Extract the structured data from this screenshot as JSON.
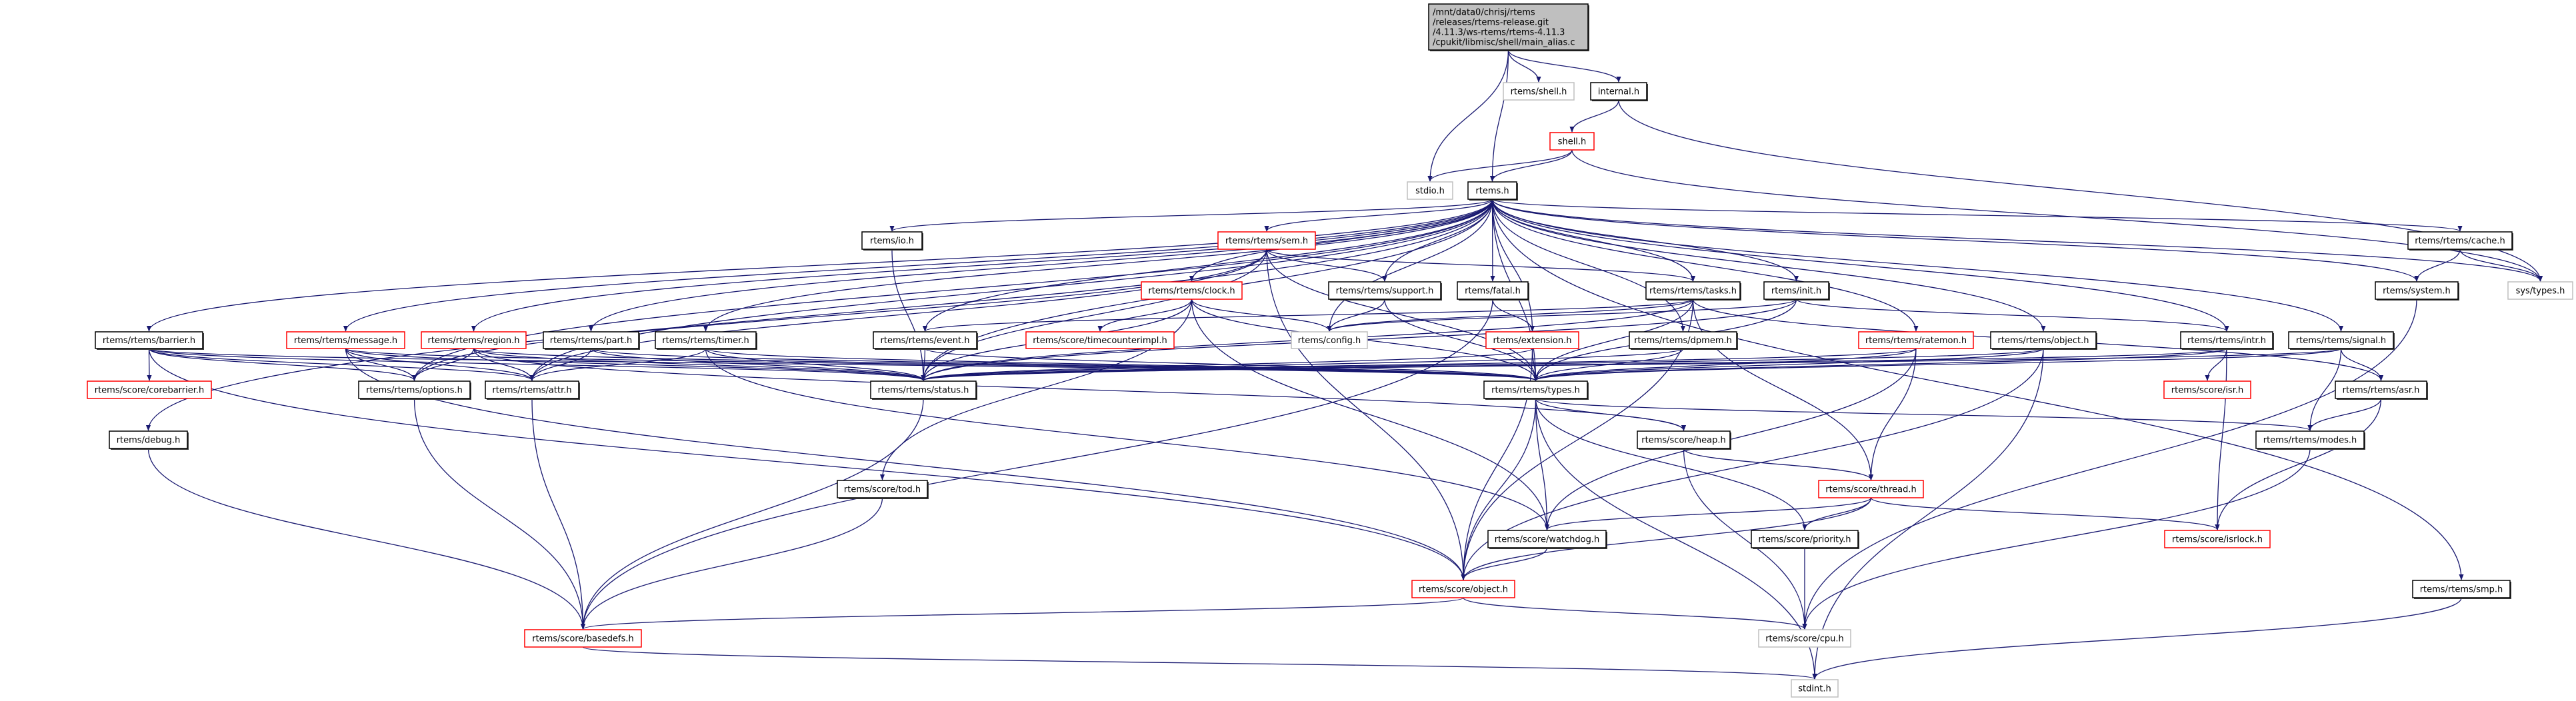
{
  "colors": {
    "edge": "#191970",
    "main_fill": "#bfbfbf",
    "node_border": "#000000",
    "truncated_border": "#ff0000",
    "external_border": "#bfbfbf",
    "shadow": "#404040"
  },
  "nodes": [
    {
      "id": "main",
      "label": [
        "/mnt/data0/chrisj/rtems",
        "/releases/rtems-release.git",
        "/4.11.3/ws-rtems/rtems-4.11.3",
        "/cpukit/libmisc/shell/main_alias.c"
      ],
      "style": "main"
    },
    {
      "id": "rtems_shell",
      "label": "rtems/shell.h",
      "style": "external"
    },
    {
      "id": "internal",
      "label": "internal.h",
      "style": "normal"
    },
    {
      "id": "shell",
      "label": "shell.h",
      "style": "truncated"
    },
    {
      "id": "stdio",
      "label": "stdio.h",
      "style": "external"
    },
    {
      "id": "rtems",
      "label": "rtems.h",
      "style": "normal"
    },
    {
      "id": "io",
      "label": "rtems/io.h",
      "style": "normal"
    },
    {
      "id": "sem",
      "label": "rtems/rtems/sem.h",
      "style": "truncated"
    },
    {
      "id": "cache",
      "label": "rtems/rtems/cache.h",
      "style": "normal"
    },
    {
      "id": "clock",
      "label": "rtems/rtems/clock.h",
      "style": "truncated"
    },
    {
      "id": "support",
      "label": "rtems/rtems/support.h",
      "style": "normal"
    },
    {
      "id": "fatal",
      "label": "rtems/fatal.h",
      "style": "normal"
    },
    {
      "id": "tasks",
      "label": "rtems/rtems/tasks.h",
      "style": "normal"
    },
    {
      "id": "init",
      "label": "rtems/init.h",
      "style": "normal"
    },
    {
      "id": "system",
      "label": "rtems/system.h",
      "style": "normal"
    },
    {
      "id": "systypes",
      "label": "sys/types.h",
      "style": "external"
    },
    {
      "id": "barrier",
      "label": "rtems/rtems/barrier.h",
      "style": "normal"
    },
    {
      "id": "message",
      "label": "rtems/rtems/message.h",
      "style": "truncated"
    },
    {
      "id": "region",
      "label": "rtems/rtems/region.h",
      "style": "truncated"
    },
    {
      "id": "part",
      "label": "rtems/rtems/part.h",
      "style": "normal"
    },
    {
      "id": "timer",
      "label": "rtems/rtems/timer.h",
      "style": "normal"
    },
    {
      "id": "event",
      "label": "rtems/rtems/event.h",
      "style": "normal"
    },
    {
      "id": "timecounterimpl",
      "label": "rtems/score/timecounterimpl.h",
      "style": "truncated"
    },
    {
      "id": "config",
      "label": "rtems/config.h",
      "style": "external"
    },
    {
      "id": "extension",
      "label": "rtems/extension.h",
      "style": "truncated"
    },
    {
      "id": "dpmem",
      "label": "rtems/rtems/dpmem.h",
      "style": "normal"
    },
    {
      "id": "ratemon",
      "label": "rtems/rtems/ratemon.h",
      "style": "truncated"
    },
    {
      "id": "robject",
      "label": "rtems/rtems/object.h",
      "style": "normal"
    },
    {
      "id": "intr",
      "label": "rtems/rtems/intr.h",
      "style": "normal"
    },
    {
      "id": "signal",
      "label": "rtems/rtems/signal.h",
      "style": "normal"
    },
    {
      "id": "corebarrier",
      "label": "rtems/score/corebarrier.h",
      "style": "truncated"
    },
    {
      "id": "options",
      "label": "rtems/rtems/options.h",
      "style": "normal"
    },
    {
      "id": "attr",
      "label": "rtems/rtems/attr.h",
      "style": "normal"
    },
    {
      "id": "status",
      "label": "rtems/rtems/status.h",
      "style": "normal"
    },
    {
      "id": "types",
      "label": "rtems/rtems/types.h",
      "style": "normal"
    },
    {
      "id": "isr",
      "label": "rtems/score/isr.h",
      "style": "truncated"
    },
    {
      "id": "asr",
      "label": "rtems/rtems/asr.h",
      "style": "normal"
    },
    {
      "id": "debug",
      "label": "rtems/debug.h",
      "style": "normal"
    },
    {
      "id": "heap",
      "label": "rtems/score/heap.h",
      "style": "normal"
    },
    {
      "id": "modes",
      "label": "rtems/rtems/modes.h",
      "style": "normal"
    },
    {
      "id": "tod",
      "label": "rtems/score/tod.h",
      "style": "normal"
    },
    {
      "id": "thread",
      "label": "rtems/score/thread.h",
      "style": "truncated"
    },
    {
      "id": "watchdog",
      "label": "rtems/score/watchdog.h",
      "style": "normal"
    },
    {
      "id": "priority",
      "label": "rtems/score/priority.h",
      "style": "normal"
    },
    {
      "id": "isrlock",
      "label": "rtems/score/isrlock.h",
      "style": "truncated"
    },
    {
      "id": "sobject",
      "label": "rtems/score/object.h",
      "style": "truncated"
    },
    {
      "id": "smp",
      "label": "rtems/rtems/smp.h",
      "style": "normal"
    },
    {
      "id": "basedefs",
      "label": "rtems/score/basedefs.h",
      "style": "truncated"
    },
    {
      "id": "cpu",
      "label": "rtems/score/cpu.h",
      "style": "external"
    },
    {
      "id": "stdint",
      "label": "stdint.h",
      "style": "external"
    }
  ],
  "edges": [
    [
      "main",
      "stdio"
    ],
    [
      "main",
      "rtems"
    ],
    [
      "main",
      "rtems_shell"
    ],
    [
      "main",
      "internal"
    ],
    [
      "internal",
      "shell"
    ],
    [
      "internal",
      "systypes"
    ],
    [
      "shell",
      "stdio"
    ],
    [
      "shell",
      "rtems"
    ],
    [
      "shell",
      "systypes"
    ],
    [
      "rtems",
      "io"
    ],
    [
      "rtems",
      "sem"
    ],
    [
      "rtems",
      "clock"
    ],
    [
      "rtems",
      "support"
    ],
    [
      "rtems",
      "fatal"
    ],
    [
      "rtems",
      "tasks"
    ],
    [
      "rtems",
      "init"
    ],
    [
      "rtems",
      "event"
    ],
    [
      "rtems",
      "config"
    ],
    [
      "rtems",
      "extension"
    ],
    [
      "rtems",
      "dpmem"
    ],
    [
      "rtems",
      "status"
    ],
    [
      "rtems",
      "types"
    ],
    [
      "rtems",
      "barrier"
    ],
    [
      "rtems",
      "message"
    ],
    [
      "rtems",
      "region"
    ],
    [
      "rtems",
      "part"
    ],
    [
      "rtems",
      "timer"
    ],
    [
      "rtems",
      "options"
    ],
    [
      "rtems",
      "attr"
    ],
    [
      "rtems",
      "debug"
    ],
    [
      "rtems",
      "ratemon"
    ],
    [
      "rtems",
      "robject"
    ],
    [
      "rtems",
      "intr"
    ],
    [
      "rtems",
      "signal"
    ],
    [
      "rtems",
      "cache"
    ],
    [
      "rtems",
      "system"
    ],
    [
      "rtems",
      "systypes"
    ],
    [
      "rtems",
      "smp"
    ],
    [
      "io",
      "status"
    ],
    [
      "sem",
      "support"
    ],
    [
      "sem",
      "tasks"
    ],
    [
      "sem",
      "types"
    ],
    [
      "sem",
      "status"
    ],
    [
      "sem",
      "options"
    ],
    [
      "sem",
      "attr"
    ],
    [
      "sem",
      "sobject"
    ],
    [
      "clock",
      "config"
    ],
    [
      "clock",
      "status"
    ],
    [
      "clock",
      "types"
    ],
    [
      "clock",
      "timecounterimpl"
    ],
    [
      "clock",
      "tod"
    ],
    [
      "clock",
      "watchdog"
    ],
    [
      "support",
      "config"
    ],
    [
      "support",
      "types"
    ],
    [
      "fatal",
      "extension"
    ],
    [
      "fatal",
      "basedefs"
    ],
    [
      "tasks",
      "event"
    ],
    [
      "tasks",
      "config"
    ],
    [
      "tasks",
      "status"
    ],
    [
      "tasks",
      "types"
    ],
    [
      "tasks",
      "asr"
    ],
    [
      "tasks",
      "thread"
    ],
    [
      "tasks",
      "sobject"
    ],
    [
      "init",
      "config"
    ],
    [
      "init",
      "types"
    ],
    [
      "init",
      "intr"
    ],
    [
      "init",
      "status"
    ],
    [
      "event",
      "status"
    ],
    [
      "event",
      "types"
    ],
    [
      "extension",
      "status"
    ],
    [
      "extension",
      "types"
    ],
    [
      "extension",
      "sobject"
    ],
    [
      "dpmem",
      "status"
    ],
    [
      "dpmem",
      "types"
    ],
    [
      "barrier",
      "corebarrier"
    ],
    [
      "barrier",
      "attr"
    ],
    [
      "barrier",
      "options"
    ],
    [
      "barrier",
      "status"
    ],
    [
      "barrier",
      "types"
    ],
    [
      "barrier",
      "sobject"
    ],
    [
      "message",
      "options"
    ],
    [
      "message",
      "attr"
    ],
    [
      "message",
      "status"
    ],
    [
      "message",
      "types"
    ],
    [
      "message",
      "sobject"
    ],
    [
      "region",
      "options"
    ],
    [
      "region",
      "attr"
    ],
    [
      "region",
      "status"
    ],
    [
      "region",
      "types"
    ],
    [
      "region",
      "heap"
    ],
    [
      "part",
      "attr"
    ],
    [
      "part",
      "status"
    ],
    [
      "part",
      "types"
    ],
    [
      "timer",
      "attr"
    ],
    [
      "timer",
      "status"
    ],
    [
      "timer",
      "types"
    ],
    [
      "timer",
      "watchdog"
    ],
    [
      "options",
      "basedefs"
    ],
    [
      "attr",
      "basedefs"
    ],
    [
      "debug",
      "basedefs"
    ],
    [
      "status",
      "basedefs"
    ],
    [
      "ratemon",
      "status"
    ],
    [
      "ratemon",
      "types"
    ],
    [
      "ratemon",
      "thread"
    ],
    [
      "ratemon",
      "watchdog"
    ],
    [
      "robject",
      "types"
    ],
    [
      "robject",
      "status"
    ],
    [
      "robject",
      "sobject"
    ],
    [
      "robject",
      "stdint"
    ],
    [
      "intr",
      "types"
    ],
    [
      "intr",
      "status"
    ],
    [
      "intr",
      "isr"
    ],
    [
      "intr",
      "isrlock"
    ],
    [
      "signal",
      "types"
    ],
    [
      "signal",
      "status"
    ],
    [
      "signal",
      "asr"
    ],
    [
      "signal",
      "modes"
    ],
    [
      "asr",
      "modes"
    ],
    [
      "asr",
      "isrlock"
    ],
    [
      "modes",
      "cpu"
    ],
    [
      "cache",
      "system"
    ],
    [
      "cache",
      "systypes"
    ],
    [
      "system",
      "cpu"
    ],
    [
      "smp",
      "stdint"
    ],
    [
      "types",
      "heap"
    ],
    [
      "types",
      "modes"
    ],
    [
      "types",
      "watchdog"
    ],
    [
      "types",
      "priority"
    ],
    [
      "types",
      "sobject"
    ],
    [
      "types",
      "stdint"
    ],
    [
      "heap",
      "thread"
    ],
    [
      "heap",
      "cpu"
    ],
    [
      "thread",
      "watchdog"
    ],
    [
      "thread",
      "priority"
    ],
    [
      "thread",
      "isrlock"
    ],
    [
      "thread",
      "sobject"
    ],
    [
      "tod",
      "basedefs"
    ],
    [
      "watchdog",
      "sobject"
    ],
    [
      "priority",
      "cpu"
    ],
    [
      "sobject",
      "basedefs"
    ],
    [
      "sobject",
      "cpu"
    ],
    [
      "basedefs",
      "stdint"
    ]
  ]
}
